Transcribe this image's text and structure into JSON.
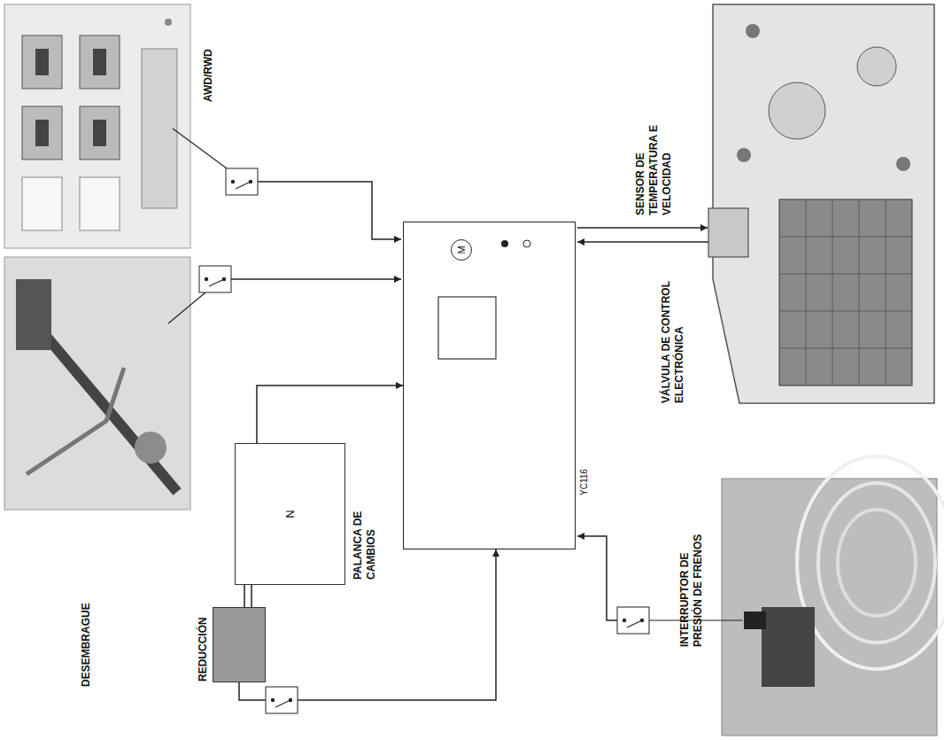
{
  "diagram": {
    "nodes": [
      {
        "text": [
          "YC116"
        ]
      },
      {
        "text": [
          "M"
        ],
        "in": 0
      },
      {
        "text": [
          "N",
          "PALANCA DE CAMBIOS"
        ]
      },
      {
        "text": [
          "REDUCCIÓN"
        ]
      }
    ],
    "edges": [
      {
        "from": 2,
        "to": 0,
        "arrow": "to"
      },
      {
        "from": 3,
        "to": 2,
        "arrow": "none"
      },
      {
        "from": 3,
        "to": 0,
        "arrow": "to"
      }
    ],
    "labels": [
      "DESEMBRAGUE",
      "AWD/RWD",
      "SENSOR DE TEMPERATURA E VELOCIDAD",
      "VÁLVULA DE CONTROL ELECTRÓNICA",
      "INTERRUPTOR DE PRESIÓN DE FRENOS"
    ]
  }
}
